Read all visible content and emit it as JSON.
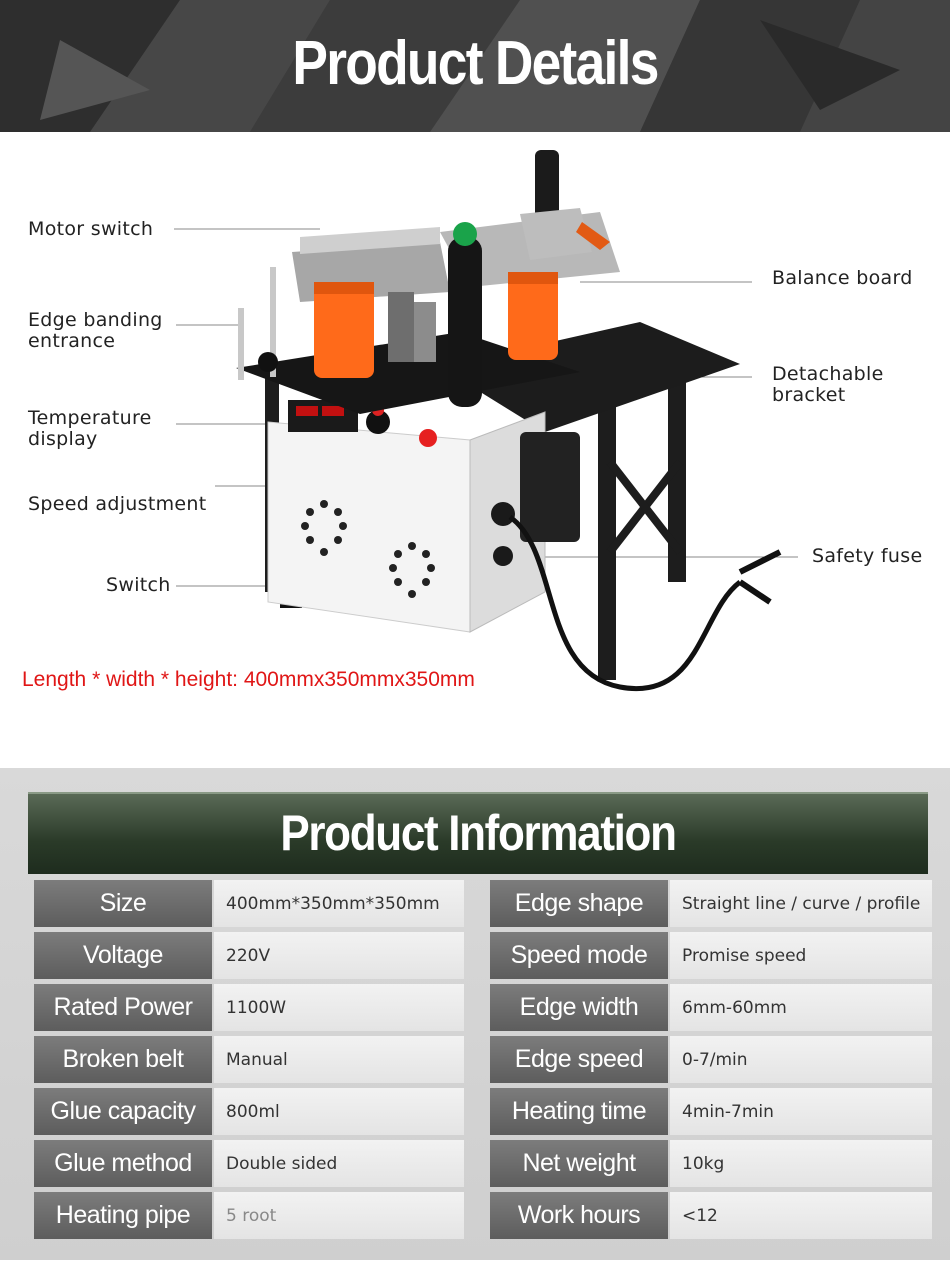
{
  "banner": {
    "title": "Product Details"
  },
  "callouts": {
    "motor_switch": "Motor switch",
    "edge_banding_1": "Edge banding",
    "edge_banding_2": "entrance",
    "temperature_1": "Temperature",
    "temperature_2": "display",
    "speed_adjustment": "Speed adjustment",
    "switch": "Switch",
    "balance_board": "Balance board",
    "detachable_1": "Detachable",
    "detachable_2": "bracket",
    "safety_fuse": "Safety fuse"
  },
  "dimensions": "Length * width * height: 400mmx350mmx350mm",
  "info": {
    "title": "Product Information",
    "left": [
      {
        "label": "Size",
        "value": "400mm*350mm*350mm"
      },
      {
        "label": "Voltage",
        "value": "220V"
      },
      {
        "label": "Rated Power",
        "value": "1100W"
      },
      {
        "label": "Broken belt",
        "value": "Manual"
      },
      {
        "label": "Glue capacity",
        "value": "800ml"
      },
      {
        "label": "Glue method",
        "value": "Double sided"
      },
      {
        "label": "Heating pipe",
        "value": "5 root"
      }
    ],
    "right": [
      {
        "label": "Edge shape",
        "value": "Straight line / curve / profile"
      },
      {
        "label": "Speed mode",
        "value": "Promise speed"
      },
      {
        "label": "Edge width",
        "value": "6mm-60mm"
      },
      {
        "label": "Edge speed",
        "value": "0-7/min"
      },
      {
        "label": "Heating time",
        "value": "4min-7min"
      },
      {
        "label": "Net weight",
        "value": "10kg"
      },
      {
        "label": "Work hours",
        "value": "<12"
      }
    ]
  },
  "colors": {
    "accent_red": "#e01616",
    "header_green": "#2a3a28",
    "roller_orange": "#ff6a1a"
  }
}
